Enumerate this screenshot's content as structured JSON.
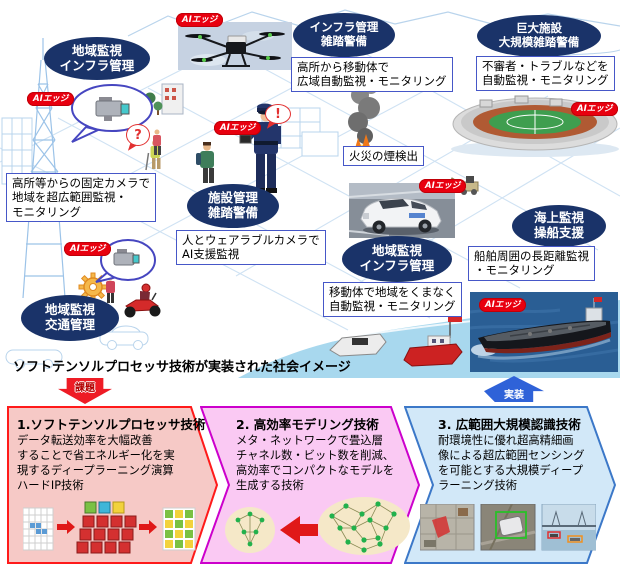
{
  "labels": {
    "ai_edge": "AIエッジ",
    "question": "?",
    "exclamation": "!"
  },
  "caption": "ソフトテンソルプロセッサ技術が実装された社会イメージ",
  "flow": {
    "challenge": "課題",
    "implementation": "実装"
  },
  "callouts": {
    "region_infra_left": {
      "line1": "地域監視",
      "line2": "インフラ管理"
    },
    "infra_crowd": {
      "line1": "インフラ管理",
      "line2": "雑踏警備"
    },
    "mega_facility": {
      "line1": "巨大施設",
      "line2": "大規模雑踏警備"
    },
    "facility_crowd": {
      "line1": "施設管理",
      "line2": "雑踏警備"
    },
    "region_infra_mid": {
      "line1": "地域監視",
      "line2": "インフラ管理"
    },
    "maritime": {
      "line1": "海上監視",
      "line2": "操船支援"
    },
    "region_traffic": {
      "line1": "地域監視",
      "line2": "交通管理"
    }
  },
  "notes": {
    "fixed_camera": {
      "line1": "高所等からの固定カメラで",
      "line2": "地域を超広範囲監視・",
      "line3": "モニタリング"
    },
    "aerial_mobile": {
      "line1": "高所から移動体で",
      "line2": "広域自動監視・モニタリング"
    },
    "suspicious": {
      "line1": "不審者・トラブルなどを",
      "line2": "自動監視・モニタリング"
    },
    "wearable": {
      "line1": "人とウェアラブルカメラで",
      "line2": "AI支援監視"
    },
    "fire_smoke": {
      "line1": "火災の煙検出"
    },
    "mobile_region": {
      "line1": "移動体で地域をくまなく",
      "line2": "自動監視・モニタリング"
    },
    "ship_monitor": {
      "line1": "船舶周囲の長距離監視",
      "line2": "・モニタリング"
    }
  },
  "panels": [
    {
      "title": "1.ソフトテンソルプロセッサ技術",
      "body": [
        "データ転送効率を大幅改善",
        "することで省エネルギー化を実",
        "現するディープラーニング演算",
        "ハードIP技術"
      ]
    },
    {
      "title": "2. 高効率モデリング技術",
      "body": [
        "メタ・ネットワークで畳込層",
        "チャネル数・ビット数を削減、",
        "高効率でコンパクトなモデルを",
        "生成する技術"
      ]
    },
    {
      "title": "3. 広範囲大規模認識技術",
      "body": [
        "耐環境性に優れ超高精細画",
        "像による超広範囲センシング",
        "を可能とする大規模ディープ",
        "ラーニング技術"
      ]
    }
  ],
  "colors": {
    "callout_navy": "#1a3369",
    "badge_red": "#e8000f",
    "note_border_blue": "#4657c8",
    "arrow_down_red": "#ee1c25",
    "arrow_up_blue": "#2f62d8",
    "panel1_bg": "#f6c9c6",
    "panel1_border": "#ff1a1a",
    "panel2_bg": "#fac9f3",
    "panel2_border": "#cc00cc",
    "panel3_bg": "#d2e8f8",
    "panel3_border": "#3c78c8"
  }
}
